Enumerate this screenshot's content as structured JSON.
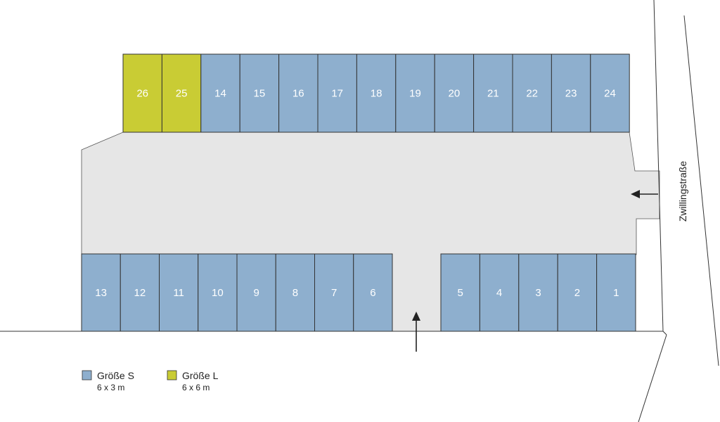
{
  "colors": {
    "size_s": "#8eafce",
    "size_l": "#c9cc34",
    "driveway": "#e6e6e6",
    "outline": "#333333"
  },
  "street": {
    "name": "Zwillingstraße"
  },
  "legend": [
    {
      "key": "s",
      "label": "Größe S",
      "dimensions": "6 x 3 m",
      "color": "#8eafce"
    },
    {
      "key": "l",
      "label": "Größe L",
      "dimensions": "6 x 6 m",
      "color": "#c9cc34"
    }
  ],
  "garages": {
    "top_row": [
      {
        "number": "26",
        "size": "L"
      },
      {
        "number": "25",
        "size": "L"
      },
      {
        "number": "14",
        "size": "S"
      },
      {
        "number": "15",
        "size": "S"
      },
      {
        "number": "16",
        "size": "S"
      },
      {
        "number": "17",
        "size": "S"
      },
      {
        "number": "18",
        "size": "S"
      },
      {
        "number": "19",
        "size": "S"
      },
      {
        "number": "20",
        "size": "S"
      },
      {
        "number": "21",
        "size": "S"
      },
      {
        "number": "22",
        "size": "S"
      },
      {
        "number": "23",
        "size": "S"
      },
      {
        "number": "24",
        "size": "S"
      }
    ],
    "bottom_left_row": [
      {
        "number": "13",
        "size": "S"
      },
      {
        "number": "12",
        "size": "S"
      },
      {
        "number": "11",
        "size": "S"
      },
      {
        "number": "10",
        "size": "S"
      },
      {
        "number": "9",
        "size": "S"
      },
      {
        "number": "8",
        "size": "S"
      },
      {
        "number": "7",
        "size": "S"
      },
      {
        "number": "6",
        "size": "S"
      }
    ],
    "bottom_right_row": [
      {
        "number": "5",
        "size": "S"
      },
      {
        "number": "4",
        "size": "S"
      },
      {
        "number": "3",
        "size": "S"
      },
      {
        "number": "2",
        "size": "S"
      },
      {
        "number": "1",
        "size": "S"
      }
    ]
  }
}
